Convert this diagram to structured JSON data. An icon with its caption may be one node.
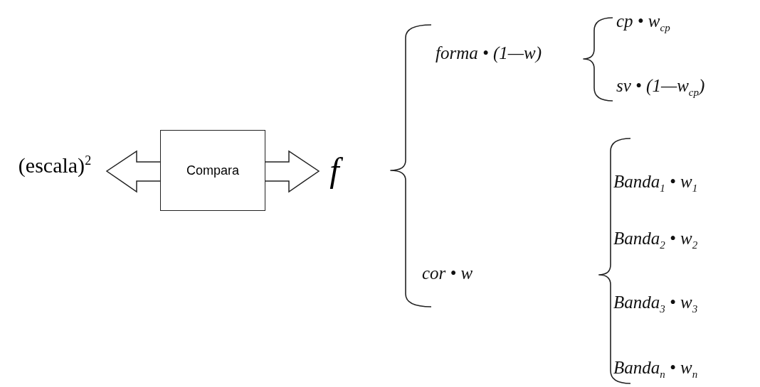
{
  "diagram": {
    "nodes": [
      {
        "text": [
          "(escala)$^{2}$"
        ]
      },
      {
        "text": [
          "Compara"
        ]
      },
      {
        "text": [
          "f"
        ]
      }
    ],
    "edges": [
      {
        "from": 1,
        "to": 0,
        "arrow": "to"
      },
      {
        "from": 1,
        "to": 2,
        "arrow": "to"
      }
    ],
    "labels": [
      "forma • (1—w)",
      "cp • w$_{cp}$",
      "sv • (1—w$_{cp}$)",
      "cor • w",
      "Banda$_{1}$ • w$_{1}$",
      "Banda$_{2}$ • w$_{2}$",
      "Banda$_{3}$ • w$_{3}$",
      "Banda$_{n}$ • w$_{n}$"
    ]
  }
}
